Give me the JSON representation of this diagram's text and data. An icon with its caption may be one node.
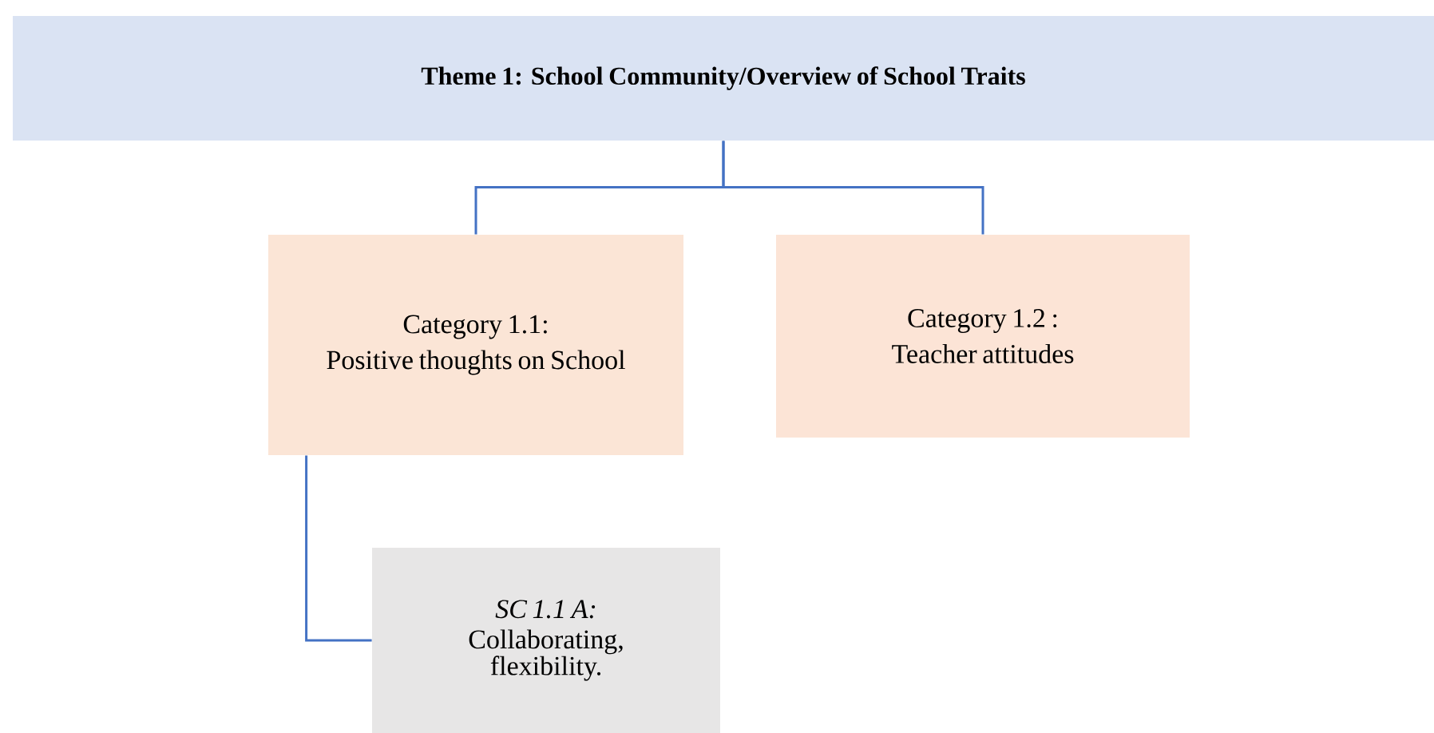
{
  "diagram": {
    "nodes": [
      {
        "text": [
          "Theme 1: School Community/Overview of School Traits"
        ]
      },
      {
        "text": [
          "Category 1.1:",
          "Positive thoughts on School"
        ]
      },
      {
        "text": [
          "Category 1.2 :",
          "Teacher attitudes"
        ]
      },
      {
        "text": [
          "SC 1.1 A:",
          "Collaborating, flexibility."
        ]
      }
    ],
    "edges": [
      {
        "from": 0,
        "to": 1,
        "arrow": "none"
      },
      {
        "from": 0,
        "to": 2,
        "arrow": "none"
      },
      {
        "from": 1,
        "to": 3,
        "arrow": "none"
      }
    ]
  }
}
